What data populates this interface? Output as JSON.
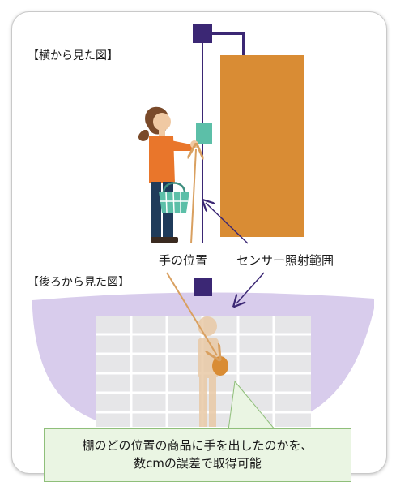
{
  "labels": {
    "side_view": "【横から見た図】",
    "back_view": "【後ろから見た図】",
    "hand_position": "手の位置",
    "sensor_range": "センサー照射範囲"
  },
  "callout": {
    "line1": "棚のどの位置の商品に手を出したのかを、",
    "line2": "数cmの誤差で取得可能"
  },
  "colors": {
    "sensor": "#3b2774",
    "sensor_range_fill": "#d8ccec",
    "shelf": "#d98c34",
    "shelf_grid": "#e8e8ea",
    "arrow_orange": "#d9a060",
    "shopper_shirt": "#e9762b",
    "shopper_pants": "#1f3b5a",
    "basket": "#5cbfa8",
    "callout_fill": "#eaf5e3"
  }
}
